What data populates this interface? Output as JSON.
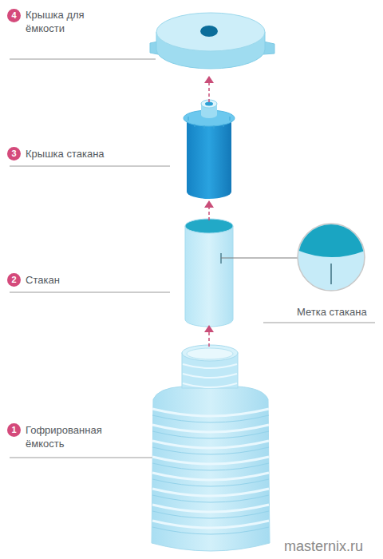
{
  "diagram": {
    "nodes": [
      {
        "text": [
          "4"
        ]
      },
      {
        "text": [
          "3"
        ]
      },
      {
        "text": [
          "2"
        ]
      },
      {
        "text": [
          "1"
        ]
      }
    ],
    "labels": [
      "Крышка для ёмкости",
      "Крышка стакана",
      "Метка стакана",
      "Стакан",
      "Гофрированная ёмкость",
      "masternix.ru"
    ]
  }
}
